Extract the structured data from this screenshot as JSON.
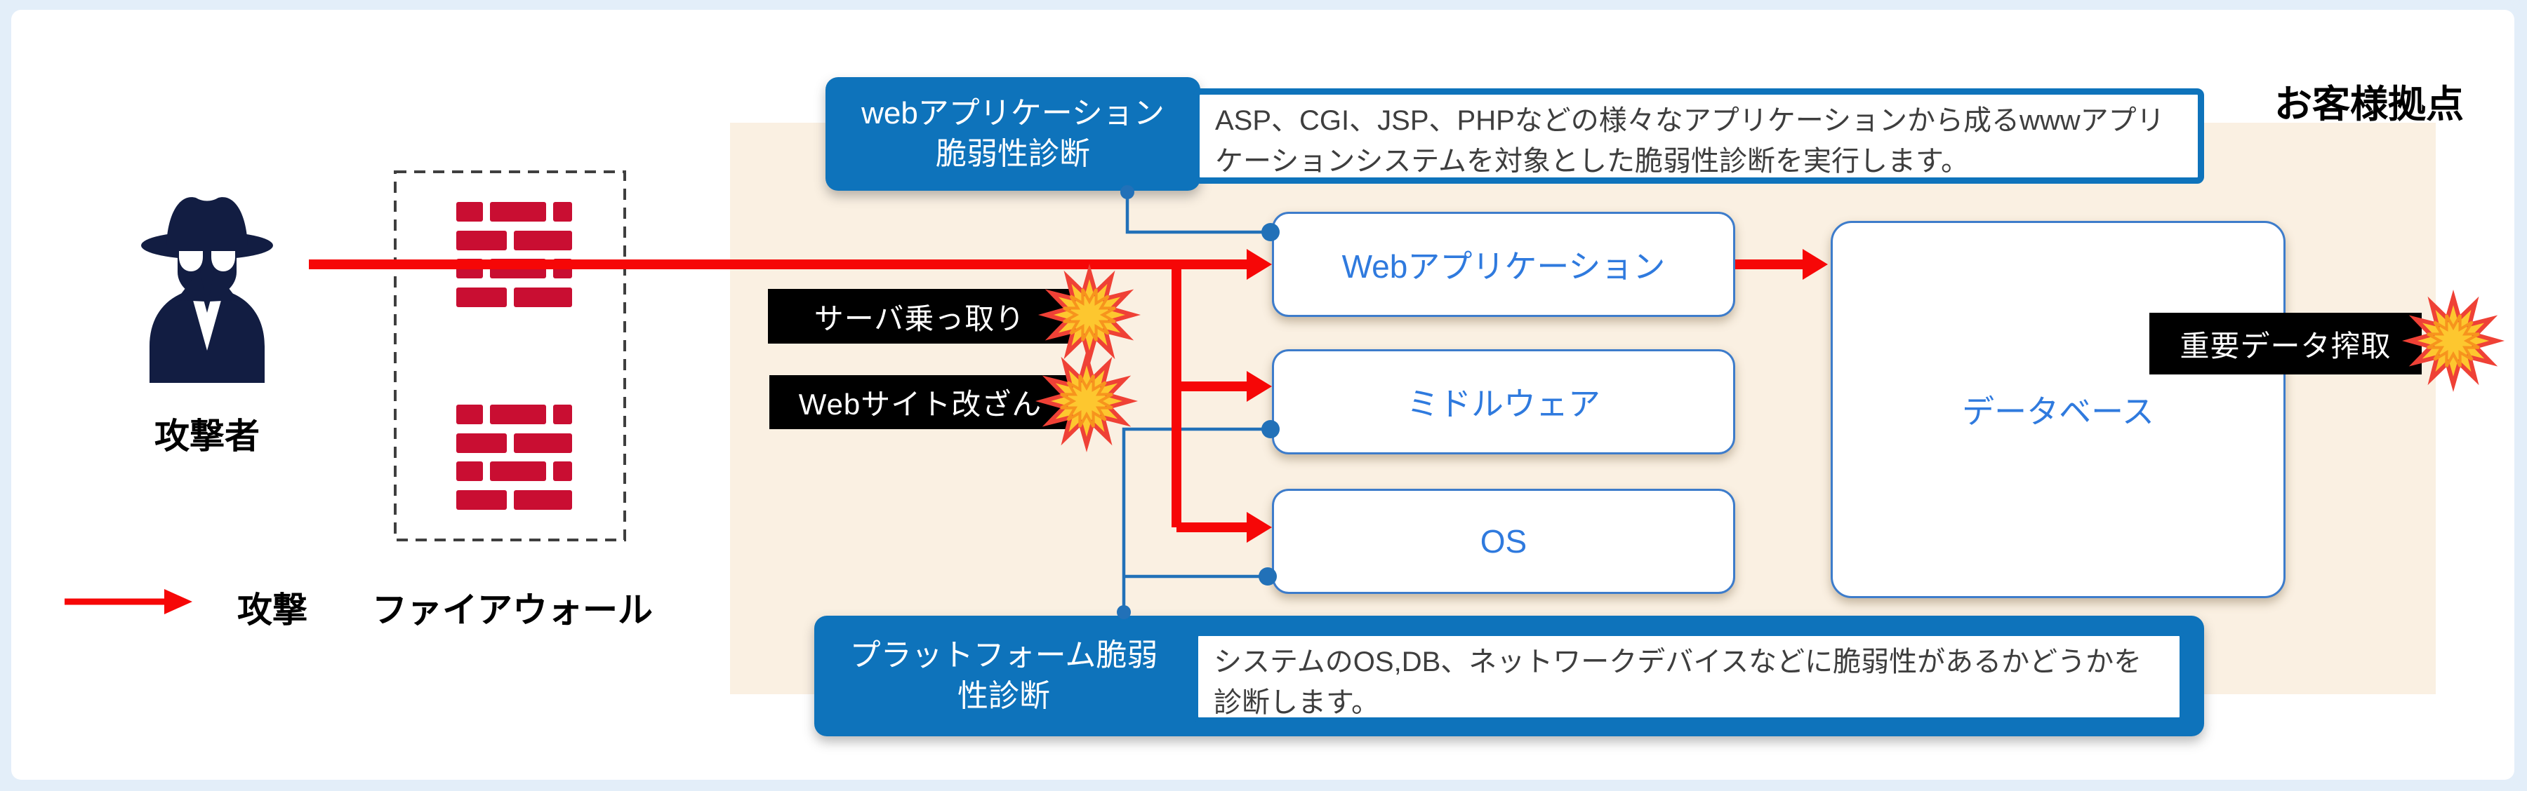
{
  "site_label": "お客様拠点",
  "legend": {
    "attack": "攻撃"
  },
  "actors": {
    "attacker": "攻撃者",
    "firewall": "ファイアウォール"
  },
  "systems": {
    "webapp": "Webアプリケーション",
    "middleware": "ミドルウェア",
    "os": "OS",
    "database": "データベース"
  },
  "threats": {
    "server_hijack": "サーバ乗っ取り",
    "site_defacement": "Webサイト改ざん",
    "data_exfiltration": "重要データ搾取"
  },
  "diagnostics": {
    "webapp": {
      "title_lines": [
        "webアプリケーション",
        "脆弱性診断"
      ],
      "description": "ASP、CGI、JSP、PHPなどの様々なアプリケーションから成るwwwアプリケーションシステムを対象とした脆弱性診断を実行します。"
    },
    "platform": {
      "title_lines": [
        "プラットフォーム脆弱",
        "性診断"
      ],
      "description": "システムのOS,DB、ネットワークデバイスなどに脆弱性があるかどうかを診断します。"
    }
  },
  "colors": {
    "page_bg": "#e3eef9",
    "panel_bg": "#faf0e2",
    "accent_blue": "#0e73bb",
    "connector_blue": "#2271b8",
    "box_border_blue": "#3d7ccb",
    "box_text_blue": "#2f7ade",
    "attack_red": "#f60707",
    "brick_red": "#c90e32",
    "spy_navy": "#121d42",
    "star_yellow": "#fdc72f",
    "star_orange": "#ef4136",
    "star_inner": "#f7941d",
    "desc_text": "#3e3e3e"
  }
}
